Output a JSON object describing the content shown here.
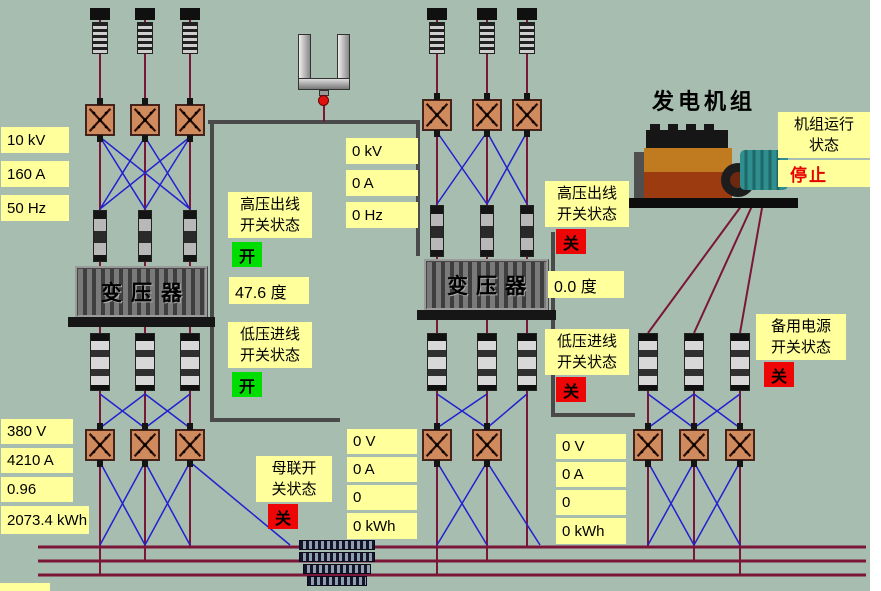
{
  "colors": {
    "background": "#a7bdb0",
    "label_bg": "#ffff9c",
    "on_green": "#00dd00",
    "off_red": "#ee0505",
    "line_maroon": "#7a1638",
    "line_blue": "#2121cf"
  },
  "left_section": {
    "hv_voltage": "10 kV",
    "hv_current": "160 A",
    "hv_frequency": "50 Hz",
    "hv_switch_label_line1": "高压出线",
    "hv_switch_label_line2": "开关状态",
    "hv_switch_state": "开",
    "transformer_name": "变压器",
    "transformer_temp": "47.6 度",
    "lv_switch_label_line1": "低压进线",
    "lv_switch_label_line2": "开关状态",
    "lv_switch_state": "开",
    "lv_voltage": "380 V",
    "lv_current": "4210 A",
    "power_factor": "0.96",
    "energy": "2073.4 kWh"
  },
  "middle_section": {
    "hv_voltage": "0 kV",
    "hv_current": "0 A",
    "hv_frequency": "0 Hz",
    "hv_switch_label_line1": "高压出线",
    "hv_switch_label_line2": "开关状态",
    "hv_switch_state": "关",
    "transformer_name": "变压器",
    "transformer_temp": "0.0 度",
    "lv_switch_label_line1": "低压进线",
    "lv_switch_label_line2": "开关状态",
    "lv_switch_state": "关",
    "lv_voltage": "0 V",
    "lv_current": "0 A",
    "lv_power_factor": "0",
    "lv_energy": "0 kWh"
  },
  "bus_tie": {
    "label_line1": "母联开",
    "label_line2": "关状态",
    "state": "关"
  },
  "generator_section": {
    "title": "发电机组",
    "run_status_label_line1": "机组运行",
    "run_status_label_line2": "状态",
    "run_status_value": "停止",
    "backup_label_line1": "备用电源",
    "backup_label_line2": "开关状态",
    "backup_state": "关",
    "voltage": "0 V",
    "current": "0 A",
    "power_factor": "0",
    "energy": "0 kWh"
  }
}
